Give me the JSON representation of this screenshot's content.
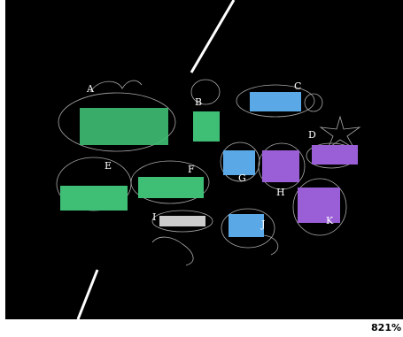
{
  "zoom_label": "821%",
  "clusters": [
    {
      "id": "A",
      "label": "A",
      "color": "#3fbf76"
    },
    {
      "id": "B",
      "label": "B",
      "color": "#3fbf76"
    },
    {
      "id": "C",
      "label": "C",
      "color": "#5aa9e6"
    },
    {
      "id": "D",
      "label": "D",
      "color": "#9a5fd6"
    },
    {
      "id": "E",
      "label": "E",
      "color": "#3fbf76"
    },
    {
      "id": "F",
      "label": "F",
      "color": "#3fbf76"
    },
    {
      "id": "G",
      "label": "G",
      "color": "#5aa9e6"
    },
    {
      "id": "H",
      "label": "H",
      "color": "#9a5fd6"
    },
    {
      "id": "I",
      "label": "I",
      "color": "#cccccc"
    },
    {
      "id": "J",
      "label": "J",
      "color": "#5aa9e6"
    },
    {
      "id": "K",
      "label": "K",
      "color": "#9a5fd6"
    }
  ]
}
